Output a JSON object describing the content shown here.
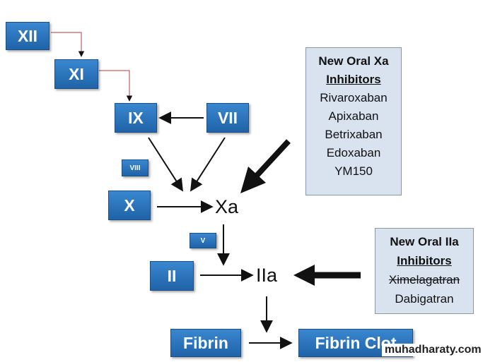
{
  "factors": {
    "xii": "XII",
    "xi": "XI",
    "ix": "IX",
    "vii": "VII",
    "viii": "VIII",
    "x": "X",
    "v": "V",
    "ii": "II",
    "fibrin": "Fibrin",
    "fibrin_clot": "Fibrin Clot"
  },
  "products": {
    "xa": "Xa",
    "iia": "IIa"
  },
  "xa_inhibitors": {
    "title": "New Oral Xa",
    "subtitle": "Inhibitors",
    "drugs": [
      "Rivaroxaban",
      "Apixaban",
      "Betrixaban",
      "Edoxaban",
      "YM150"
    ]
  },
  "iia_inhibitors": {
    "title": "New Oral IIa",
    "subtitle": "Inhibitors",
    "drugs_struck": [
      "Ximelagatran"
    ],
    "drugs": [
      "Dabigatran"
    ]
  },
  "watermark": "muhadharaty.com"
}
